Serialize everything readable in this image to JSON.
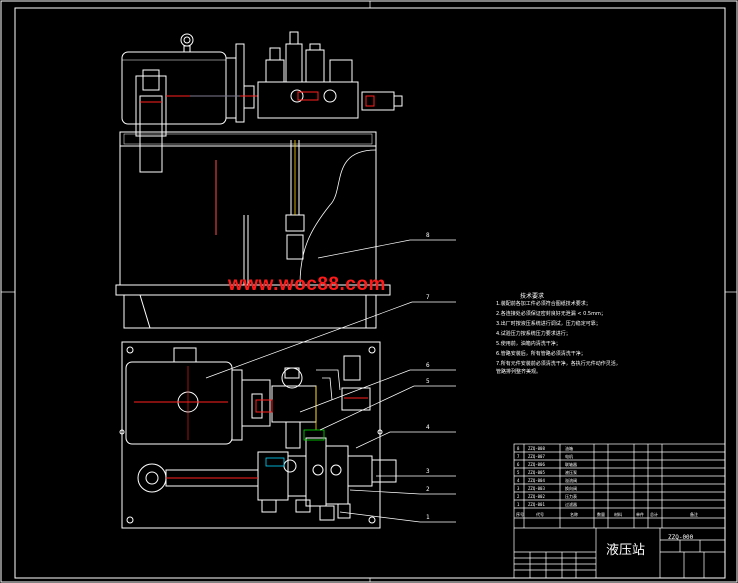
{
  "watermark": "www.woc88.com",
  "drawing": {
    "title": "液压站",
    "code": "ZZQ-000"
  },
  "technical_requirements": {
    "title": "技术要求",
    "items": [
      "1.装配前各加工件必须符合图纸技术要求；",
      "2.各连接处必须保证密封良好无泄漏 < 0.5mm；",
      "3.出厂时按液压系统进行调试，压力稳定可靠；",
      "4.试验压力按系统压力要求进行；",
      "5.使用前，油箱内清洗干净；",
      "6.管路安装后，所有管路必须清洗干净；",
      "7.所有元件安装前必须清洗干净，各执行元件动作灵活，",
      "  管路排列整齐美观。"
    ]
  },
  "callouts": [
    "8",
    "7",
    "6",
    "5",
    "4",
    "3",
    "2",
    "1"
  ],
  "bom": {
    "rows": [
      {
        "no": "8",
        "code": "ZZQ-008",
        "name": "油箱"
      },
      {
        "no": "7",
        "code": "ZZQ-007",
        "name": "电机"
      },
      {
        "no": "6",
        "code": "ZZQ-006",
        "name": "联轴器"
      },
      {
        "no": "5",
        "code": "ZZQ-005",
        "name": "液压泵"
      },
      {
        "no": "4",
        "code": "ZZQ-004",
        "name": "溢流阀"
      },
      {
        "no": "3",
        "code": "ZZQ-003",
        "name": "换向阀"
      },
      {
        "no": "2",
        "code": "ZZQ-002",
        "name": "压力表"
      },
      {
        "no": "1",
        "code": "ZZQ-001",
        "name": "过滤器"
      }
    ],
    "header": [
      "序号",
      "代号",
      "名称",
      "数量",
      "材料",
      "单件",
      "总计",
      "备注"
    ]
  },
  "colors": {
    "line": "#ffffff",
    "accent_red": "#ff2020",
    "accent_yellow": "#ffd500",
    "accent_cyan": "#00d8ff",
    "accent_green": "#00e000",
    "background": "#000000"
  }
}
